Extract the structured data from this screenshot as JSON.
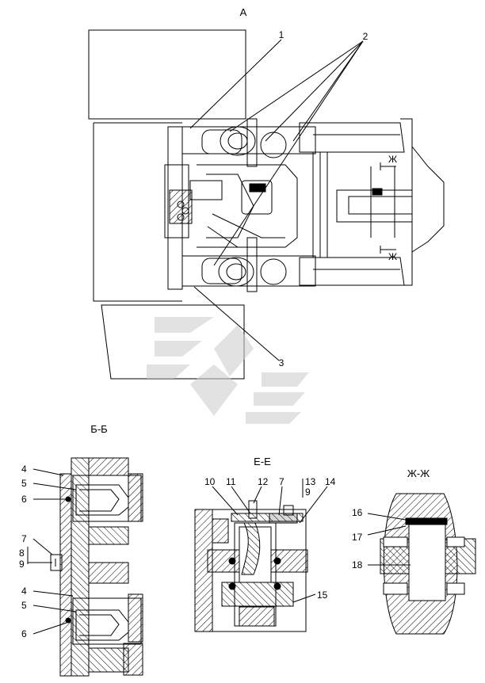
{
  "views": {
    "a": {
      "title": "А",
      "callouts": [
        "1",
        "2",
        "3"
      ],
      "marker": "Ж"
    },
    "bb": {
      "title": "Б-Б",
      "callouts": [
        "4",
        "5",
        "6",
        "7",
        "8",
        "9",
        "4",
        "5",
        "6"
      ]
    },
    "ee": {
      "title": "Е-Е",
      "callouts": [
        "10",
        "11",
        "12",
        "7",
        "13",
        "9",
        "14",
        "15"
      ]
    },
    "zhzh": {
      "title": "Ж-Ж",
      "callouts": [
        "16",
        "17",
        "18"
      ]
    }
  },
  "colors": {
    "line": "#000000",
    "hatch": "#000000",
    "watermark": "#cfcfcf"
  }
}
